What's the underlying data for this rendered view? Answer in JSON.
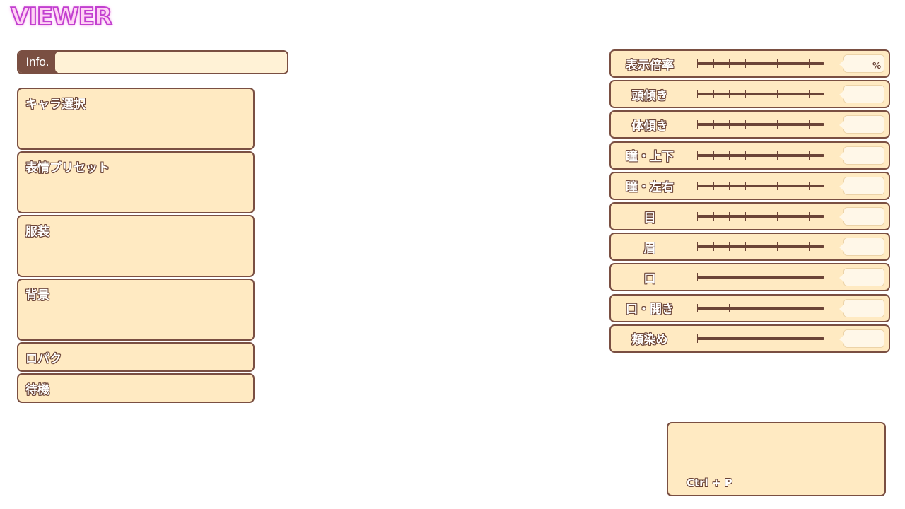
{
  "app": {
    "logo_text": "VIEWER"
  },
  "info": {
    "label": "Info.",
    "value": ""
  },
  "panels": [
    {
      "title": "キャラ選択"
    },
    {
      "title": "表情プリセット"
    },
    {
      "title": "服装"
    },
    {
      "title": "背景"
    },
    {
      "title": "ロパク"
    },
    {
      "title": "待機"
    }
  ],
  "sliders": [
    {
      "label": "表示倍率",
      "value": "",
      "unit": "%",
      "ticks": 9
    },
    {
      "label": "頭傾き",
      "value": "",
      "unit": "",
      "ticks": 9
    },
    {
      "label": "体傾き",
      "value": "",
      "unit": "",
      "ticks": 9
    },
    {
      "label": "瞳・上下",
      "value": "",
      "unit": "",
      "ticks": 9
    },
    {
      "label": "瞳・左右",
      "value": "",
      "unit": "",
      "ticks": 9
    },
    {
      "label": "目",
      "value": "",
      "unit": "",
      "ticks": 9
    },
    {
      "label": "眉",
      "value": "",
      "unit": "",
      "ticks": 9
    },
    {
      "label": "口",
      "value": "",
      "unit": "",
      "ticks": 3
    },
    {
      "label": "口・開き",
      "value": "",
      "unit": "",
      "ticks": 5
    },
    {
      "label": "頬染め",
      "value": "",
      "unit": "",
      "ticks": 3
    }
  ],
  "shortcut": {
    "text": "Ctrl + P"
  },
  "colors": {
    "panel_bg": "#ffeac2",
    "border": "#7a4f42",
    "logo": "#c23fd0"
  }
}
